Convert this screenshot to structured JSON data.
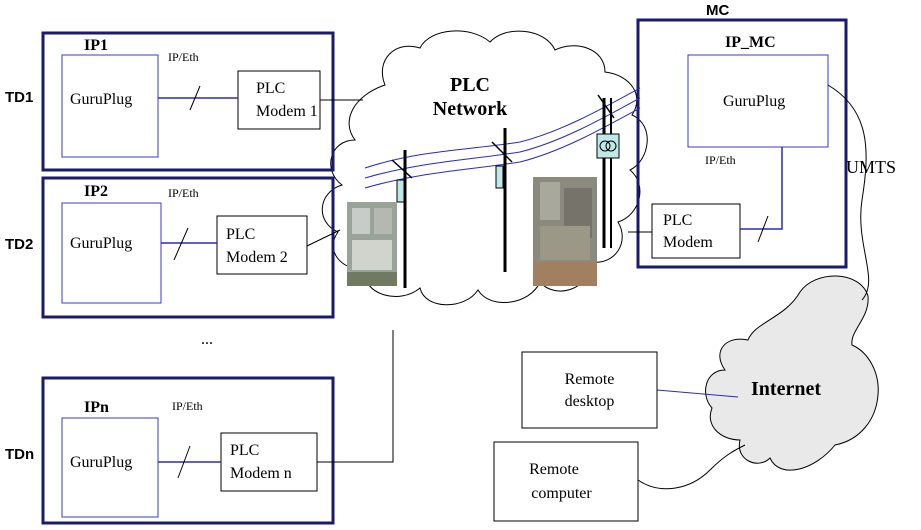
{
  "td_labels": [
    "TD1",
    "TD2",
    "TDn"
  ],
  "ip_labels": [
    "IP1",
    "IP2",
    "IPn"
  ],
  "iface": "IP/Eth",
  "guruplug": "GuruPlug",
  "plc_modem": {
    "line1": "PLC",
    "modem1": "Modem 1",
    "modem2": "Modem 2",
    "modemn": "Modem n",
    "mc_modem": "Modem"
  },
  "ellipsis": "...",
  "cloud": {
    "line1": "PLC",
    "line2": "Network"
  },
  "mc": {
    "label": "MC",
    "ip": "IP_MC"
  },
  "umts": "UMTS",
  "internet": "Internet",
  "remote_desktop": {
    "line1": "Remote",
    "line2": "desktop"
  },
  "remote_computer": {
    "line1": "Remote",
    "line2": "computer"
  },
  "colors": {
    "box_border": "#1a1a6e",
    "inner_border": "#3a3ad0",
    "link": "#2a2ac0",
    "cloud_fill": "#e9e9e9"
  }
}
